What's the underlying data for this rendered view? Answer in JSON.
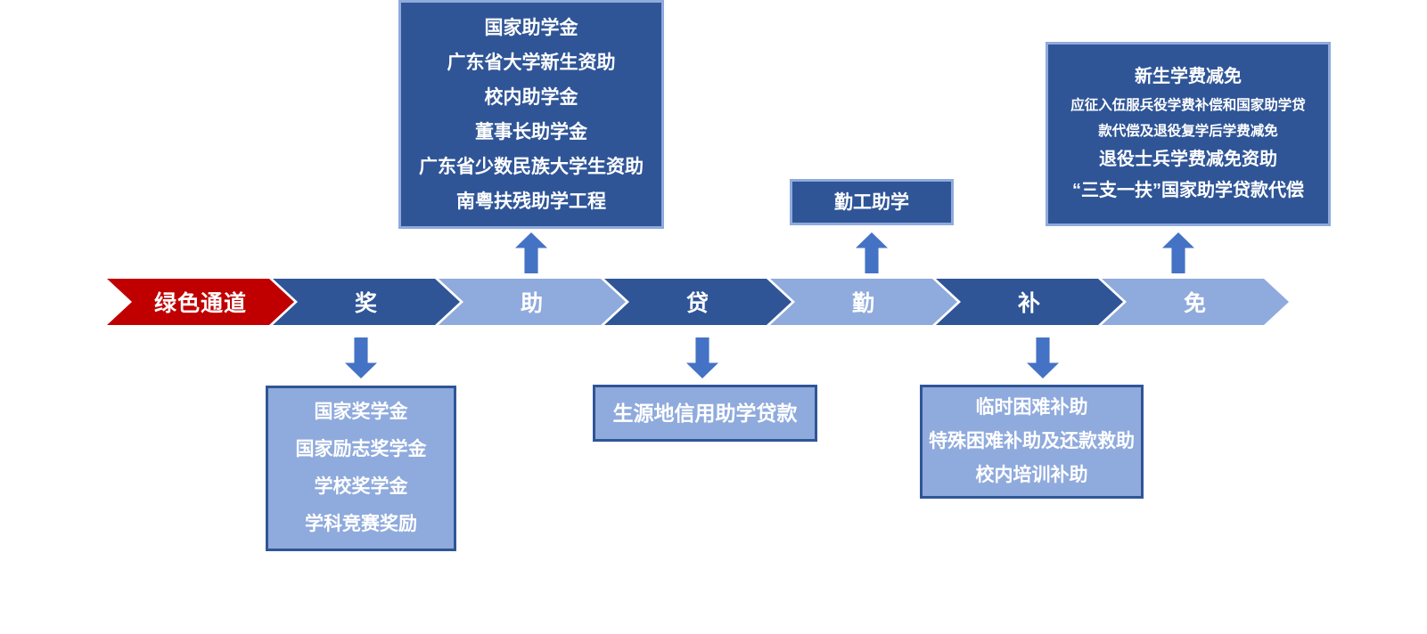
{
  "colors": {
    "red": "#C00000",
    "dark_blue": "#2F5597",
    "light_blue": "#8FAADC",
    "arrow_blue": "#4472C4",
    "text": "#FFFFFF",
    "background": "#FFFFFF"
  },
  "timeline": {
    "segments": [
      {
        "label": "绿色通道",
        "tone": "red"
      },
      {
        "label": "奖",
        "tone": "dark"
      },
      {
        "label": "助",
        "tone": "light"
      },
      {
        "label": "贷",
        "tone": "dark"
      },
      {
        "label": "勤",
        "tone": "light"
      },
      {
        "label": "补",
        "tone": "dark"
      },
      {
        "label": "免",
        "tone": "light"
      }
    ]
  },
  "callouts": {
    "top_zhu": {
      "lines": [
        "国家助学金",
        "广东省大学新生资助",
        "校内助学金",
        "董事长助学金",
        "广东省少数民族大学生资助",
        "南粤扶残助学工程"
      ]
    },
    "top_qin": {
      "lines": [
        "勤工助学"
      ]
    },
    "top_mian": {
      "lines": [
        "新生学费减免",
        "应征入伍服兵役学费补偿和国家助学贷",
        "款代偿及退役复学后学费减免",
        "退役士兵学费减免资助",
        "“三支一扶”国家助学贷款代偿"
      ]
    },
    "bottom_jiang": {
      "lines": [
        "国家奖学金",
        "国家励志奖学金",
        "学校奖学金",
        "学科竞赛奖励"
      ]
    },
    "bottom_dai": {
      "lines": [
        "生源地信用助学贷款"
      ]
    },
    "bottom_bu": {
      "lines": [
        "临时困难补助",
        "特殊困难补助及还款救助",
        "校内培训补助"
      ]
    }
  }
}
